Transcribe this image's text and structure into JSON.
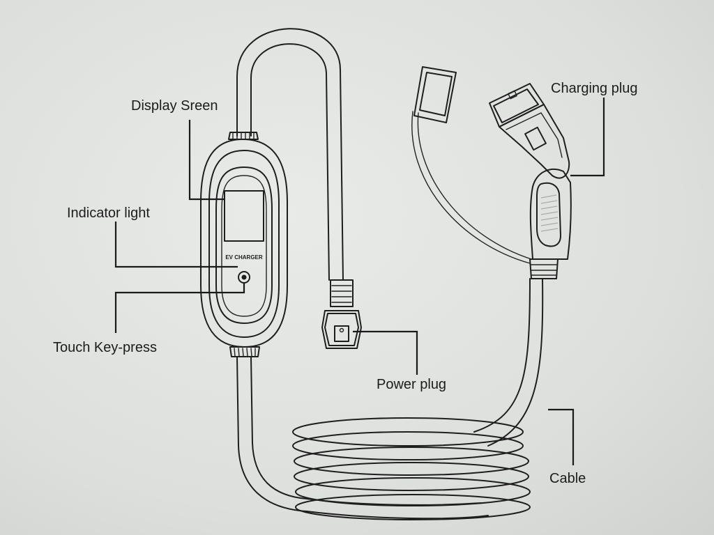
{
  "labels": {
    "display_screen": "Display Sreen",
    "indicator_light": "Indicator light",
    "touch_key": "Touch Key-press",
    "power_plug": "Power plug",
    "charging_plug": "Charging plug",
    "cable": "Cable"
  },
  "device": {
    "panel_text": "EV CHARGER"
  }
}
